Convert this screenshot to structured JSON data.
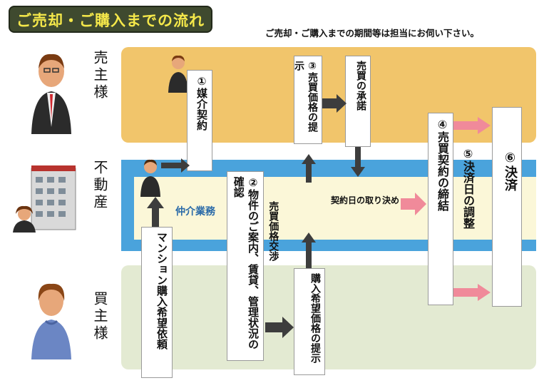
{
  "title": "ご売却・ご購入までの流れ",
  "note": "ご売却・ご購入までの期間等は担当にお伺い下さい。",
  "actors": {
    "seller": "売主様",
    "agent": "不動産",
    "buyer": "買主様"
  },
  "band_labels": {
    "agent_work": "仲介業務"
  },
  "steps": {
    "mediation": "①媒介契約",
    "price_offer": "③売買価格の提示",
    "sale_approval": "売買の承諾",
    "property_info": "②物件のご案内、賃貸、管理状況の確認",
    "negotiation": "売買価格交渉",
    "purchase_offer": "購入希望価格の提示",
    "purchase_request": "マンション購入希望依頼",
    "contract_date": "契約日の取り決め",
    "contract_signing": "④売買契約の締結",
    "settlement_adjust": "⑤決済日の調整",
    "settlement": "⑥決済"
  },
  "colors": {
    "seller_band": "#f1c56b",
    "agent_band": "#4aa3dc",
    "agent_inner": "#fbf7d8",
    "buyer_band": "#e3ead2",
    "title_bg": "#3f4a2f",
    "title_text": "#f5e84a",
    "pink_arrow": "#f08a9a",
    "dark_arrow": "#3d3d3d"
  },
  "icons": [
    "seller-person-icon",
    "agent-building-icon",
    "buyer-person-icon"
  ]
}
